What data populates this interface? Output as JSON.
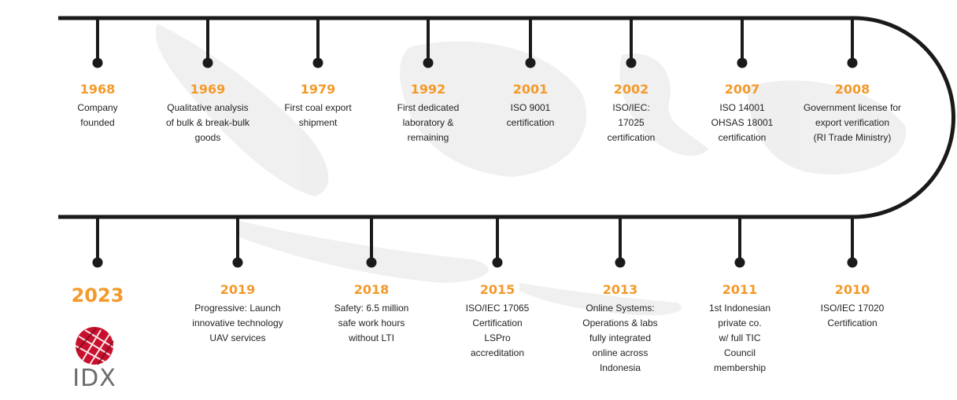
{
  "colors": {
    "line": "#1a1a1a",
    "year": "#F39A2B",
    "text": "#222222",
    "map": "#ececec",
    "logo_red": "#C8102E",
    "logo_text": "#6b6b6b"
  },
  "top_row": [
    {
      "year": "1968",
      "desc": [
        "Company",
        "founded"
      ]
    },
    {
      "year": "1969",
      "desc": [
        "Qualitative analysis",
        "of bulk & break-bulk",
        "goods"
      ]
    },
    {
      "year": "1979",
      "desc": [
        "First coal export",
        "shipment"
      ]
    },
    {
      "year": "1992",
      "desc": [
        "First dedicated",
        "laboratory &",
        "remaining"
      ]
    },
    {
      "year": "2001",
      "desc": [
        "ISO 9001",
        "certification"
      ]
    },
    {
      "year": "2002",
      "desc": [
        "ISO/IEC:",
        "17025",
        "certification"
      ]
    },
    {
      "year": "2007",
      "desc": [
        "ISO 14001",
        "OHSAS 18001",
        "certification"
      ]
    },
    {
      "year": "2008",
      "desc": [
        "Government license for",
        "export verification",
        "(RI Trade Ministry)"
      ]
    }
  ],
  "bottom_row": [
    {
      "year": "2023",
      "desc": []
    },
    {
      "year": "2019",
      "desc": [
        "Progressive: Launch",
        "innovative technology",
        "UAV services"
      ]
    },
    {
      "year": "2018",
      "desc": [
        "Safety: 6.5 million",
        "safe work hours",
        "without LTI"
      ]
    },
    {
      "year": "2015",
      "desc": [
        "ISO/IEC 17065",
        "Certification",
        "LSPro",
        "accreditation"
      ]
    },
    {
      "year": "2013",
      "desc": [
        "Online Systems:",
        "Operations & labs",
        "fully integrated",
        "online across",
        "Indonesia"
      ]
    },
    {
      "year": "2011",
      "desc": [
        "1st Indonesian",
        "private co.",
        "w/ full TIC",
        "Council",
        "membership"
      ]
    },
    {
      "year": "2010",
      "desc": [
        "ISO/IEC 17020",
        "Certification"
      ]
    }
  ],
  "logo": {
    "text": "IDX"
  }
}
